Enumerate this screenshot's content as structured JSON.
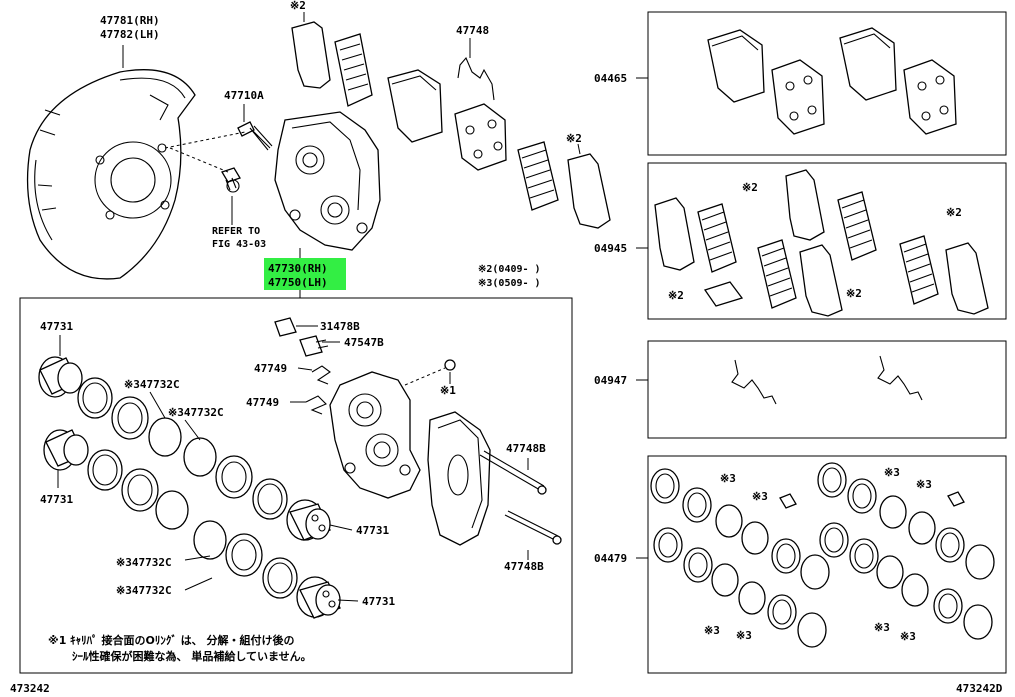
{
  "labels": {
    "p47781": "47781(RH)",
    "p47782": "47782(LH)",
    "p47710A": "47710A",
    "refer1": "REFER TO",
    "refer2": "FIG 43-03",
    "p47748": "47748",
    "mark2a": "※2",
    "mark2b": "※2",
    "p47730": "47730(RH)",
    "p47750": "47750(LH)",
    "legend2": "※2(0409-    )",
    "legend3": "※3(0509-    )",
    "p04465": "04465",
    "p04945": "04945",
    "p04947": "04947",
    "p04479": "04479",
    "p47731a": "47731",
    "p47731b": "47731",
    "p47731c": "47731",
    "p47731d": "47731",
    "p47732a": "※347732C",
    "p47732b": "※347732C",
    "p47732c": "※347732C",
    "p47732d": "※347732C",
    "p31478B": "31478B",
    "p47547B": "47547B",
    "p47749a": "47749",
    "p47749b": "47749",
    "mark1": "※1",
    "p47748Ba": "47748B",
    "p47748Bb": "47748B",
    "k2a": "※2",
    "k2b": "※2",
    "k2c": "※2",
    "k2d": "※2",
    "k3a": "※3",
    "k3b": "※3",
    "k3c": "※3",
    "k3d": "※3",
    "k3e": "※3",
    "k3f": "※3",
    "k3g": "※3",
    "k3h": "※3",
    "note1": "※1 ｷｬﾘﾊﾟ 接合面のOﾘﾝｸﾞ は、 分解・組付け後の",
    "note2": "ｼｰﾙ性確保が困難な為、 単品補給していません。",
    "code_left": "473242",
    "code_right": "473242D"
  },
  "highlight_color": "#33ee44"
}
